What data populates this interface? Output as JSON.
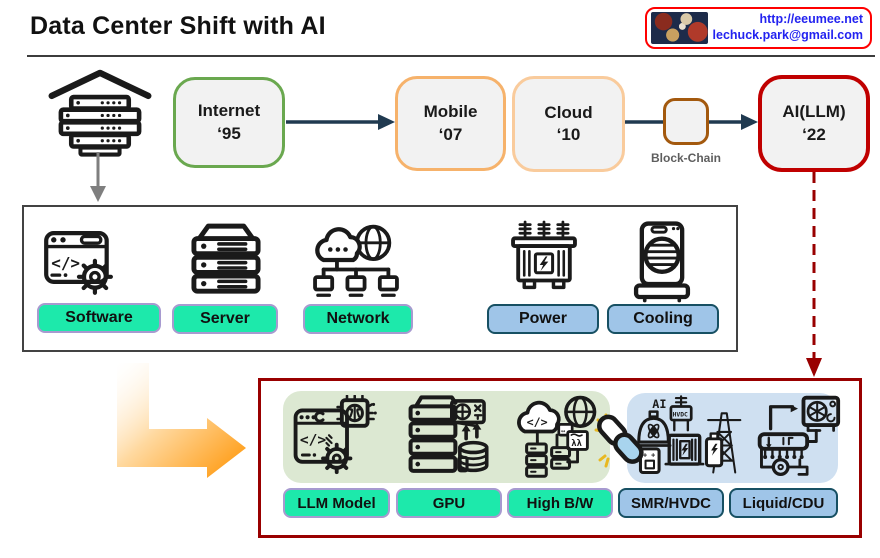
{
  "page": {
    "title": "Data Center Shift with AI"
  },
  "badge": {
    "url": "http://eeumee.net",
    "email": "lechuck.park@gmail.com"
  },
  "timeline": {
    "items": [
      {
        "name": "Internet",
        "year": "‘95",
        "border": "#6aa84f"
      },
      {
        "name": "Mobile",
        "year": "‘07",
        "border": "#f6b26b"
      },
      {
        "name": "Cloud",
        "year": "‘10",
        "border": "#f9cb9c"
      },
      {
        "name": "AI(LLM)",
        "year": "‘22",
        "border": "#c00000"
      }
    ],
    "blockchain": {
      "label": "Block-Chain",
      "border": "#a3590e"
    }
  },
  "datacenter_box": {
    "items": [
      {
        "label": "Software",
        "icon": "software-icon",
        "style": "green"
      },
      {
        "label": "Server",
        "icon": "server-icon",
        "style": "green"
      },
      {
        "label": "Network",
        "icon": "network-icon",
        "style": "green"
      },
      {
        "label": "Power",
        "icon": "power-icon",
        "style": "blue"
      },
      {
        "label": "Cooling",
        "icon": "cooling-icon",
        "style": "blue"
      }
    ]
  },
  "ai_box": {
    "items": [
      {
        "label": "LLM Model",
        "icon": "llm-model-icon",
        "style": "green"
      },
      {
        "label": "GPU",
        "icon": "gpu-icon",
        "style": "green"
      },
      {
        "label": "High B/W",
        "icon": "high-bandwidth-icon",
        "style": "green"
      },
      {
        "label": "SMR/HVDC",
        "icon": "smr-hvdc-icon",
        "style": "blue"
      },
      {
        "label": "Liquid/CDU",
        "icon": "liquid-cdu-icon",
        "style": "blue"
      }
    ]
  },
  "glyphs": {
    "code": "</>",
    "lambda": "λλ",
    "ai": "AI",
    "hvdc": "HVDC"
  },
  "colors": {
    "chip_green": "#1de9ab",
    "chip_green_border": "#a79ad0",
    "chip_blue": "#9fc5e8",
    "chip_blue_border": "#175063",
    "region_green": "#dce8d2",
    "region_blue": "#cfe0f1",
    "arrow_navy": "#203a50",
    "accent_red": "#990000",
    "link_blue": "#2323f0",
    "orange": "#ff9300",
    "box_fill": "#f2f2f2"
  }
}
